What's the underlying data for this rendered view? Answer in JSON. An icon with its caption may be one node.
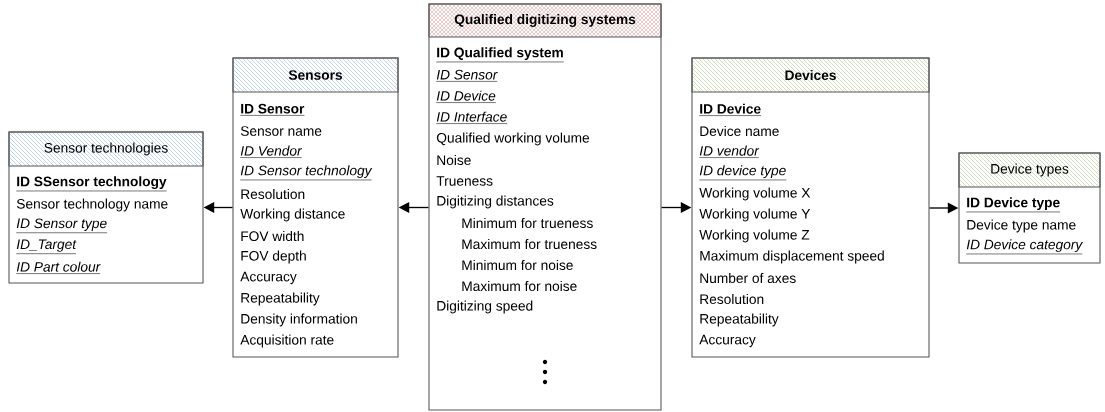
{
  "diagram": {
    "nodes": [
      {
        "text": [
          "Sensor technologies",
          "ID SSensor technology",
          "Sensor technology name",
          "ID Sensor type",
          "ID_Target",
          "ID Part colour"
        ]
      },
      {
        "text": [
          "Sensors",
          "ID Sensor",
          "Sensor name",
          "ID Vendor",
          "ID Sensor technology",
          "Resolution",
          "Working distance",
          "FOV width",
          "FOV depth",
          "Accuracy",
          "Repeatability",
          "Density information",
          "Acquisition rate"
        ]
      },
      {
        "text": [
          "Qualified digitizing systems",
          "ID Qualified system",
          "ID Sensor",
          "ID Device",
          "ID Interface",
          "Qualified working volume",
          "Noise",
          "Trueness",
          "Digitizing distances",
          "Minimum for trueness",
          "Maximum for trueness",
          "Minimum for noise",
          "Maximum for noise",
          "Digitizing speed"
        ]
      },
      {
        "text": [
          "Devices",
          "ID Device",
          "Device name",
          "ID vendor",
          "ID device type",
          "Working volume X",
          "Working volume Y",
          "Working volume Z",
          "Maximum displacement speed",
          "Number of axes",
          "Resolution",
          "Repeatability",
          "Accuracy"
        ]
      },
      {
        "text": [
          "Device types",
          "ID Device type",
          "Device type name",
          "ID Device category"
        ]
      }
    ],
    "edges": [
      {
        "from": 1,
        "to": 0,
        "arrow": "to"
      },
      {
        "from": 2,
        "to": 1,
        "arrow": "to"
      },
      {
        "from": 2,
        "to": 3,
        "arrow": "to"
      },
      {
        "from": 3,
        "to": 4,
        "arrow": "to"
      }
    ]
  }
}
